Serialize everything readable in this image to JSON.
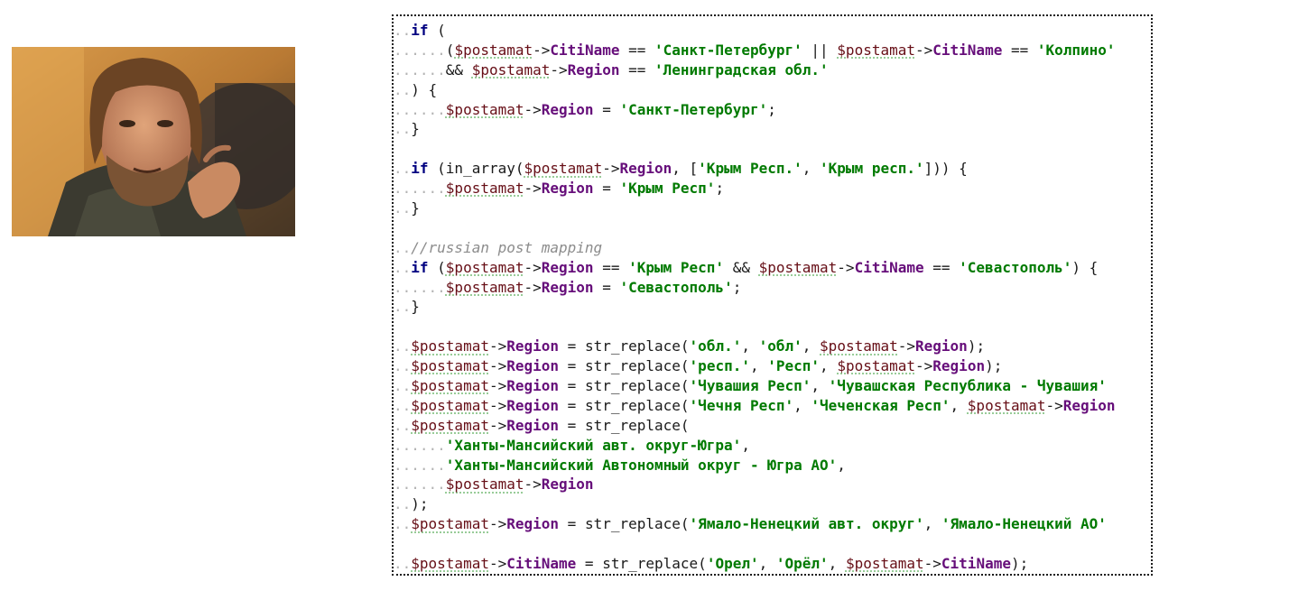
{
  "meme": {
    "photo_icon": "bearded-man-portrait"
  },
  "code": {
    "lines": [
      [
        {
          "t": "ind",
          "v": ".."
        },
        {
          "t": "kw",
          "v": "if"
        },
        {
          "t": "op",
          "v": " ("
        }
      ],
      [
        {
          "t": "ind",
          "v": "......"
        },
        {
          "t": "op",
          "v": "("
        },
        {
          "t": "var",
          "v": "$postamat"
        },
        {
          "t": "op",
          "v": "->"
        },
        {
          "t": "prop",
          "v": "CitiName"
        },
        {
          "t": "op",
          "v": " == "
        },
        {
          "t": "str",
          "v": "'Санкт-Петербург'"
        },
        {
          "t": "op",
          "v": " || "
        },
        {
          "t": "var",
          "v": "$postamat"
        },
        {
          "t": "op",
          "v": "->"
        },
        {
          "t": "prop",
          "v": "CitiName"
        },
        {
          "t": "op",
          "v": " == "
        },
        {
          "t": "str",
          "v": "'Колпино'"
        }
      ],
      [
        {
          "t": "ind",
          "v": "......"
        },
        {
          "t": "op",
          "v": "&& "
        },
        {
          "t": "var",
          "v": "$postamat"
        },
        {
          "t": "op",
          "v": "->"
        },
        {
          "t": "prop",
          "v": "Region"
        },
        {
          "t": "op",
          "v": " == "
        },
        {
          "t": "str",
          "v": "'Ленинградская обл.'"
        }
      ],
      [
        {
          "t": "ind",
          "v": ".."
        },
        {
          "t": "op",
          "v": ") {"
        }
      ],
      [
        {
          "t": "ind",
          "v": "......"
        },
        {
          "t": "var",
          "v": "$postamat"
        },
        {
          "t": "op",
          "v": "->"
        },
        {
          "t": "prop",
          "v": "Region"
        },
        {
          "t": "op",
          "v": " = "
        },
        {
          "t": "str",
          "v": "'Санкт-Петербург'"
        },
        {
          "t": "op",
          "v": ";"
        }
      ],
      [
        {
          "t": "ind",
          "v": ".."
        },
        {
          "t": "op",
          "v": "}"
        }
      ],
      [],
      [
        {
          "t": "ind",
          "v": ".."
        },
        {
          "t": "kw",
          "v": "if"
        },
        {
          "t": "op",
          "v": " ("
        },
        {
          "t": "fn",
          "v": "in_array"
        },
        {
          "t": "op",
          "v": "("
        },
        {
          "t": "var",
          "v": "$postamat"
        },
        {
          "t": "op",
          "v": "->"
        },
        {
          "t": "prop",
          "v": "Region"
        },
        {
          "t": "op",
          "v": ", ["
        },
        {
          "t": "str",
          "v": "'Крым Респ.'"
        },
        {
          "t": "op",
          "v": ", "
        },
        {
          "t": "str",
          "v": "'Крым респ.'"
        },
        {
          "t": "op",
          "v": "])) {"
        }
      ],
      [
        {
          "t": "ind",
          "v": "......"
        },
        {
          "t": "var",
          "v": "$postamat"
        },
        {
          "t": "op",
          "v": "->"
        },
        {
          "t": "prop",
          "v": "Region"
        },
        {
          "t": "op",
          "v": " = "
        },
        {
          "t": "str",
          "v": "'Крым Респ'"
        },
        {
          "t": "op",
          "v": ";"
        }
      ],
      [
        {
          "t": "ind",
          "v": ".."
        },
        {
          "t": "op",
          "v": "}"
        }
      ],
      [],
      [
        {
          "t": "ind",
          "v": ".."
        },
        {
          "t": "cmt",
          "v": "//russian post mapping"
        }
      ],
      [
        {
          "t": "ind",
          "v": ".."
        },
        {
          "t": "kw",
          "v": "if"
        },
        {
          "t": "op",
          "v": " ("
        },
        {
          "t": "var",
          "v": "$postamat"
        },
        {
          "t": "op",
          "v": "->"
        },
        {
          "t": "prop",
          "v": "Region"
        },
        {
          "t": "op",
          "v": " == "
        },
        {
          "t": "str",
          "v": "'Крым Респ'"
        },
        {
          "t": "op",
          "v": " && "
        },
        {
          "t": "var",
          "v": "$postamat"
        },
        {
          "t": "op",
          "v": "->"
        },
        {
          "t": "prop",
          "v": "CitiName"
        },
        {
          "t": "op",
          "v": " == "
        },
        {
          "t": "str",
          "v": "'Севастополь'"
        },
        {
          "t": "op",
          "v": ") {"
        }
      ],
      [
        {
          "t": "ind",
          "v": "......"
        },
        {
          "t": "var",
          "v": "$postamat"
        },
        {
          "t": "op",
          "v": "->"
        },
        {
          "t": "prop",
          "v": "Region"
        },
        {
          "t": "op",
          "v": " = "
        },
        {
          "t": "str",
          "v": "'Севастополь'"
        },
        {
          "t": "op",
          "v": ";"
        }
      ],
      [
        {
          "t": "ind",
          "v": ".."
        },
        {
          "t": "op",
          "v": "}"
        }
      ],
      [],
      [
        {
          "t": "ind",
          "v": ".."
        },
        {
          "t": "var",
          "v": "$postamat"
        },
        {
          "t": "op",
          "v": "->"
        },
        {
          "t": "prop",
          "v": "Region"
        },
        {
          "t": "op",
          "v": " = "
        },
        {
          "t": "fn",
          "v": "str_replace"
        },
        {
          "t": "op",
          "v": "("
        },
        {
          "t": "str",
          "v": "'обл.'"
        },
        {
          "t": "op",
          "v": ", "
        },
        {
          "t": "str",
          "v": "'обл'"
        },
        {
          "t": "op",
          "v": ", "
        },
        {
          "t": "var",
          "v": "$postamat"
        },
        {
          "t": "op",
          "v": "->"
        },
        {
          "t": "prop",
          "v": "Region"
        },
        {
          "t": "op",
          "v": ");"
        }
      ],
      [
        {
          "t": "ind",
          "v": ".."
        },
        {
          "t": "var",
          "v": "$postamat"
        },
        {
          "t": "op",
          "v": "->"
        },
        {
          "t": "prop",
          "v": "Region"
        },
        {
          "t": "op",
          "v": " = "
        },
        {
          "t": "fn",
          "v": "str_replace"
        },
        {
          "t": "op",
          "v": "("
        },
        {
          "t": "str",
          "v": "'респ.'"
        },
        {
          "t": "op",
          "v": ", "
        },
        {
          "t": "str",
          "v": "'Респ'"
        },
        {
          "t": "op",
          "v": ", "
        },
        {
          "t": "var",
          "v": "$postamat"
        },
        {
          "t": "op",
          "v": "->"
        },
        {
          "t": "prop",
          "v": "Region"
        },
        {
          "t": "op",
          "v": ");"
        }
      ],
      [
        {
          "t": "ind",
          "v": ".."
        },
        {
          "t": "var",
          "v": "$postamat"
        },
        {
          "t": "op",
          "v": "->"
        },
        {
          "t": "prop",
          "v": "Region"
        },
        {
          "t": "op",
          "v": " = "
        },
        {
          "t": "fn",
          "v": "str_replace"
        },
        {
          "t": "op",
          "v": "("
        },
        {
          "t": "str",
          "v": "'Чувашия Респ'"
        },
        {
          "t": "op",
          "v": ", "
        },
        {
          "t": "str",
          "v": "'Чувашская Республика - Чувашия'"
        }
      ],
      [
        {
          "t": "ind",
          "v": ".."
        },
        {
          "t": "var",
          "v": "$postamat"
        },
        {
          "t": "op",
          "v": "->"
        },
        {
          "t": "prop",
          "v": "Region"
        },
        {
          "t": "op",
          "v": " = "
        },
        {
          "t": "fn",
          "v": "str_replace"
        },
        {
          "t": "op",
          "v": "("
        },
        {
          "t": "str",
          "v": "'Чечня Респ'"
        },
        {
          "t": "op",
          "v": ", "
        },
        {
          "t": "str",
          "v": "'Чеченская Респ'"
        },
        {
          "t": "op",
          "v": ", "
        },
        {
          "t": "var",
          "v": "$postamat"
        },
        {
          "t": "op",
          "v": "->"
        },
        {
          "t": "prop",
          "v": "Region"
        }
      ],
      [
        {
          "t": "ind",
          "v": ".."
        },
        {
          "t": "var",
          "v": "$postamat"
        },
        {
          "t": "op",
          "v": "->"
        },
        {
          "t": "prop",
          "v": "Region"
        },
        {
          "t": "op",
          "v": " = "
        },
        {
          "t": "fn",
          "v": "str_replace"
        },
        {
          "t": "op",
          "v": "("
        }
      ],
      [
        {
          "t": "ind",
          "v": "......"
        },
        {
          "t": "str",
          "v": "'Ханты-Мансийский авт. округ-Югра'"
        },
        {
          "t": "op",
          "v": ","
        }
      ],
      [
        {
          "t": "ind",
          "v": "......"
        },
        {
          "t": "str",
          "v": "'Ханты-Мансийский Автономный округ - Югра АО'"
        },
        {
          "t": "op",
          "v": ","
        }
      ],
      [
        {
          "t": "ind",
          "v": "......"
        },
        {
          "t": "var",
          "v": "$postamat"
        },
        {
          "t": "op",
          "v": "->"
        },
        {
          "t": "prop",
          "v": "Region"
        }
      ],
      [
        {
          "t": "ind",
          "v": ".."
        },
        {
          "t": "op",
          "v": ");"
        }
      ],
      [
        {
          "t": "ind",
          "v": ".."
        },
        {
          "t": "var",
          "v": "$postamat"
        },
        {
          "t": "op",
          "v": "->"
        },
        {
          "t": "prop",
          "v": "Region"
        },
        {
          "t": "op",
          "v": " = "
        },
        {
          "t": "fn",
          "v": "str_replace"
        },
        {
          "t": "op",
          "v": "("
        },
        {
          "t": "str",
          "v": "'Ямало-Ненецкий авт. округ'"
        },
        {
          "t": "op",
          "v": ", "
        },
        {
          "t": "str",
          "v": "'Ямало-Ненецкий АО'"
        }
      ],
      [],
      [
        {
          "t": "ind",
          "v": ".."
        },
        {
          "t": "var",
          "v": "$postamat"
        },
        {
          "t": "op",
          "v": "->"
        },
        {
          "t": "prop",
          "v": "CitiName"
        },
        {
          "t": "op",
          "v": " = "
        },
        {
          "t": "fn",
          "v": "str_replace"
        },
        {
          "t": "op",
          "v": "("
        },
        {
          "t": "str",
          "v": "'Орел'"
        },
        {
          "t": "op",
          "v": ", "
        },
        {
          "t": "str",
          "v": "'Орёл'"
        },
        {
          "t": "op",
          "v": ", "
        },
        {
          "t": "var",
          "v": "$postamat"
        },
        {
          "t": "op",
          "v": "->"
        },
        {
          "t": "prop",
          "v": "CitiName"
        },
        {
          "t": "op",
          "v": ");"
        }
      ]
    ]
  }
}
